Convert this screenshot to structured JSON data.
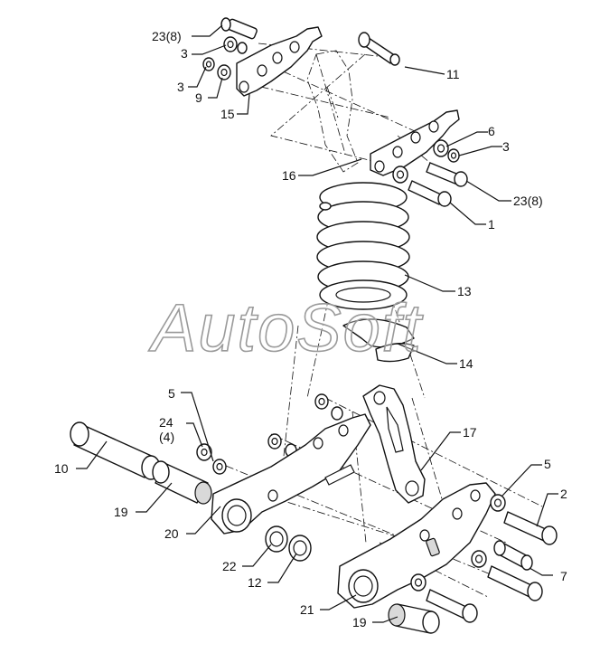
{
  "watermark": {
    "text": "AutoSoft"
  },
  "callouts": [
    {
      "id": "c-23a",
      "text": "23(8)"
    },
    {
      "id": "c-3a",
      "text": "3"
    },
    {
      "id": "c-3b",
      "text": "3"
    },
    {
      "id": "c-9",
      "text": "9"
    },
    {
      "id": "c-15",
      "text": "15"
    },
    {
      "id": "c-11",
      "text": "11"
    },
    {
      "id": "c-6",
      "text": "6"
    },
    {
      "id": "c-3c",
      "text": "3"
    },
    {
      "id": "c-16",
      "text": "16"
    },
    {
      "id": "c-23b",
      "text": "23(8)"
    },
    {
      "id": "c-1",
      "text": "1"
    },
    {
      "id": "c-13",
      "text": "13"
    },
    {
      "id": "c-14",
      "text": "14"
    },
    {
      "id": "c-5a",
      "text": "5"
    },
    {
      "id": "c-24",
      "text": "24"
    },
    {
      "id": "c-24q",
      "text": "(4)"
    },
    {
      "id": "c-17",
      "text": "17"
    },
    {
      "id": "c-10",
      "text": "10"
    },
    {
      "id": "c-19a",
      "text": "19"
    },
    {
      "id": "c-20",
      "text": "20"
    },
    {
      "id": "c-5b",
      "text": "5"
    },
    {
      "id": "c-2",
      "text": "2"
    },
    {
      "id": "c-22",
      "text": "22"
    },
    {
      "id": "c-12",
      "text": "12"
    },
    {
      "id": "c-7",
      "text": "7"
    },
    {
      "id": "c-21",
      "text": "21"
    },
    {
      "id": "c-19b",
      "text": "19"
    }
  ]
}
